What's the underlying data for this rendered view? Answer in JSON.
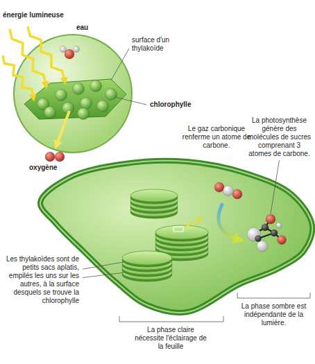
{
  "diagram": {
    "labels": [
      "énergie lumineuse",
      "eau",
      "surface d'un thylakoïde",
      "chlorophylle",
      "oxygène",
      "Le gaz carbonique renferme un atome de carbone.",
      "La photosynthèse génère des molécules de sucres comprenant 3 atomes de carbone.",
      "Les thylakoïdes sont de petits sacs aplatis, empilés les uns sur les autres, à la surface desquels se trouve la chlorophylle",
      "La phase claire nécessite l'éclairage de la feuille",
      "La phase sombre est indépendante de la lumière."
    ]
  }
}
